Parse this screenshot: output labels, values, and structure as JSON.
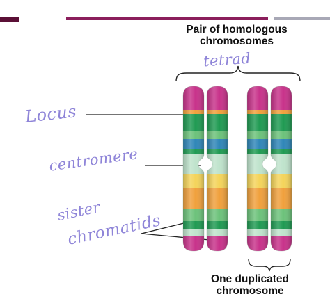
{
  "labels": {
    "pair_title_line1": "Pair of homologous",
    "pair_title_line2": "chromosomes",
    "single_title_line1": "One duplicated",
    "single_title_line2": "chromosome"
  },
  "handwritten": {
    "tetrad": "tetrad",
    "locus": "Locus",
    "centromere": "centromere",
    "sister_line1": "sister",
    "sister_line2": "chromatids"
  },
  "colors": {
    "magenta": "#c8328a",
    "orange": "#f0a03c",
    "green": "#1f9a52",
    "light_green": "#6cc27a",
    "blue": "#2f86b8",
    "mint": "#bfe3cc",
    "yellow": "#f4d45a",
    "ink": "#8e84d8"
  }
}
